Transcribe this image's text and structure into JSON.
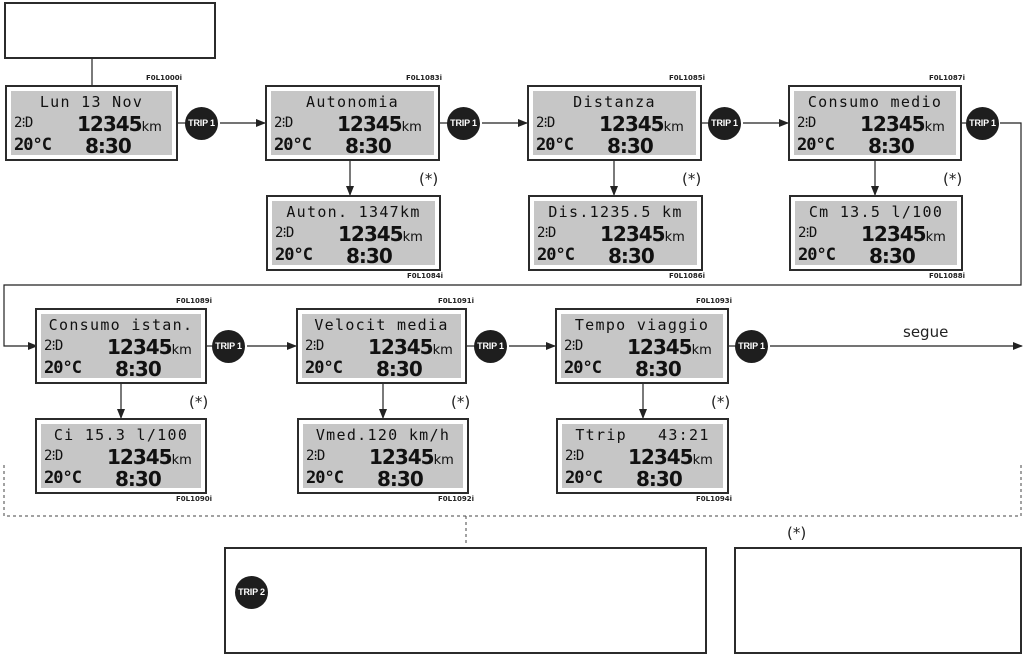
{
  "trip1_label": "TRIP 1",
  "trip2_label": "TRIP 2",
  "asterisk": "(*)",
  "segue": "segue",
  "display": {
    "odo": "12345",
    "odo_unit": "km",
    "temp": "20°C",
    "time": "8:30",
    "icon_row": "2⁝D"
  },
  "screens": [
    {
      "title": "Lun 13 Nov",
      "code": "F0L1000i"
    },
    {
      "title": "Autonomia",
      "code": "F0L1083i"
    },
    {
      "title": "Distanza",
      "code": "F0L1085i"
    },
    {
      "title": "Consumo medio",
      "code": "F0L1087i"
    },
    {
      "title": "Auton. 1347km",
      "code": "F0L1084i"
    },
    {
      "title": "Dis.1235.5 km",
      "code": "F0L1086i"
    },
    {
      "title": "Cm 13.5 l/100",
      "code": "F0L1088i"
    },
    {
      "title": "Consumo istan.",
      "code": "F0L1089i"
    },
    {
      "title": "Velocit media",
      "code": "F0L1091i"
    },
    {
      "title": "Tempo viaggio",
      "code": "F0L1093i"
    },
    {
      "title": "Ci 15.3 l/100",
      "code": "F0L1090i"
    },
    {
      "title": "Vmed.120 km/h",
      "code": "F0L1092i"
    },
    {
      "title": "Ttrip   43:21",
      "code": "F0L1094i"
    }
  ]
}
